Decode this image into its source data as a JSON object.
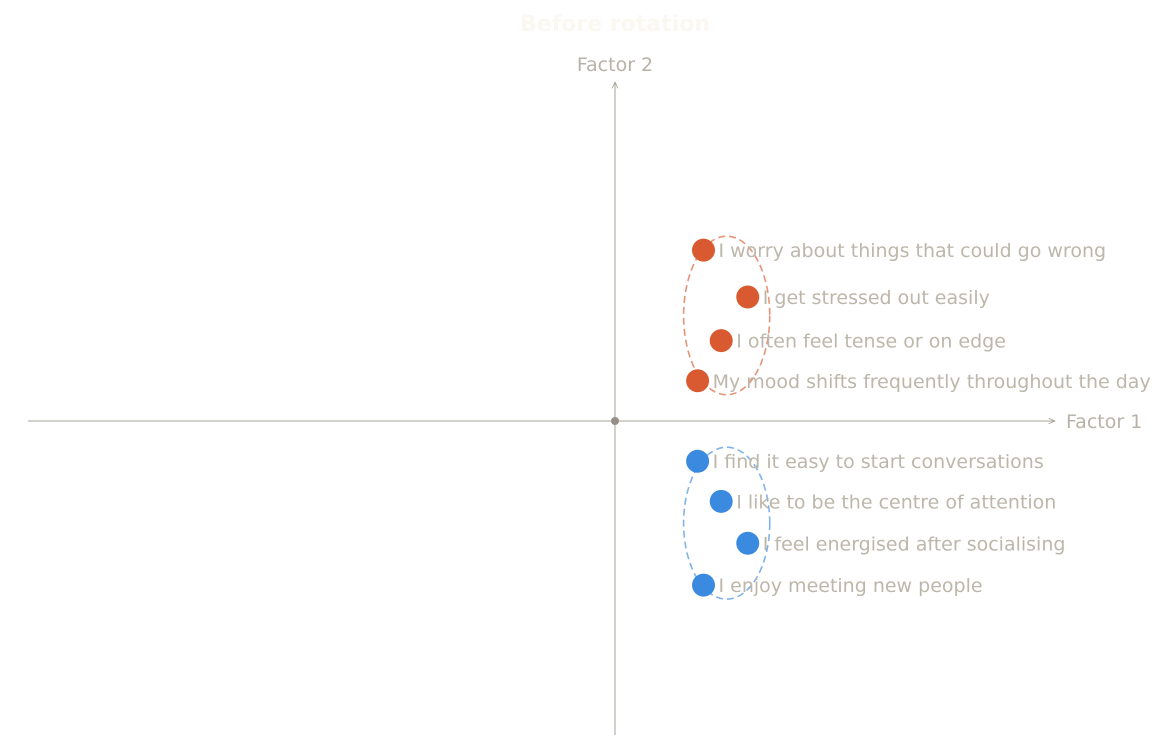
{
  "chart_data": {
    "type": "scatter",
    "title": "Before rotation",
    "xlabel": "Factor 1",
    "ylabel": "Factor 2",
    "xlim": [
      -1,
      1
    ],
    "ylim": [
      -1,
      1
    ],
    "grid": false,
    "series": [
      {
        "color": "#d95a30",
        "points": [
          {
            "x": 0.15,
            "y": 0.51,
            "label": "I worry about things that could go wrong"
          },
          {
            "x": 0.225,
            "y": 0.37,
            "label": "I get stressed out easily"
          },
          {
            "x": 0.18,
            "y": 0.24,
            "label": "I often feel tense or on edge"
          },
          {
            "x": 0.14,
            "y": 0.12,
            "label": "My mood shifts frequently throughout the day"
          }
        ]
      },
      {
        "color": "#3a8ae0",
        "points": [
          {
            "x": 0.14,
            "y": -0.12,
            "label": "I find it easy to start conversations"
          },
          {
            "x": 0.18,
            "y": -0.24,
            "label": "I like to be the centre of attention"
          },
          {
            "x": 0.225,
            "y": -0.365,
            "label": "I feel energised after socialising"
          },
          {
            "x": 0.15,
            "y": -0.49,
            "label": "I enjoy meeting new people"
          }
        ]
      }
    ]
  }
}
